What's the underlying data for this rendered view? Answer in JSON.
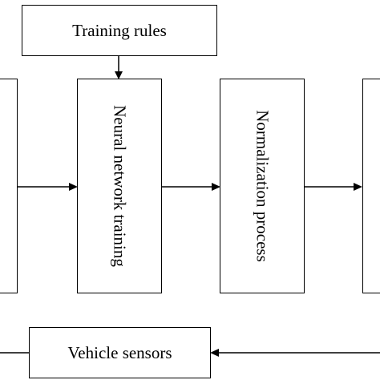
{
  "diagram": {
    "training_rules": "Training rules",
    "neural_network_training": "Neural network training",
    "normalization_process": "Normalization process",
    "vehicle_sensors": "Vehicle sensors"
  }
}
